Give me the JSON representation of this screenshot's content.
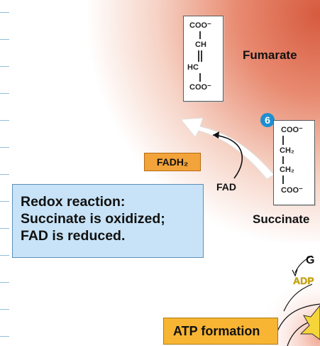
{
  "fumarate": {
    "name": "Fumarate",
    "top_group": "COO⁻",
    "ch_upper": "CH",
    "ch_lower": "HC",
    "bottom_group": "COO⁻"
  },
  "succinate": {
    "name": "Succinate",
    "top_group": "COO⁻",
    "ch2_upper": "CH₂",
    "ch2_lower": "CH₂",
    "bottom_group": "COO⁻"
  },
  "step": {
    "number": "6",
    "color": "#1f8fd0"
  },
  "fadh2_label": "FADH₂",
  "fad_label": "FAD",
  "redox": {
    "line1": "Redox reaction:",
    "line2": "Succinate is oxidized;",
    "line3": "FAD is reduced."
  },
  "atp_label": "ATP formation",
  "partial": {
    "g_fragment": "G",
    "adp_fragment": "ADP"
  },
  "colors": {
    "arrow_fill": "#ffffff",
    "orange_box": "#f2a33a",
    "blue_box": "#c8e3f7",
    "atp_box": "#f7b533",
    "adp_text": "#c9a200"
  }
}
